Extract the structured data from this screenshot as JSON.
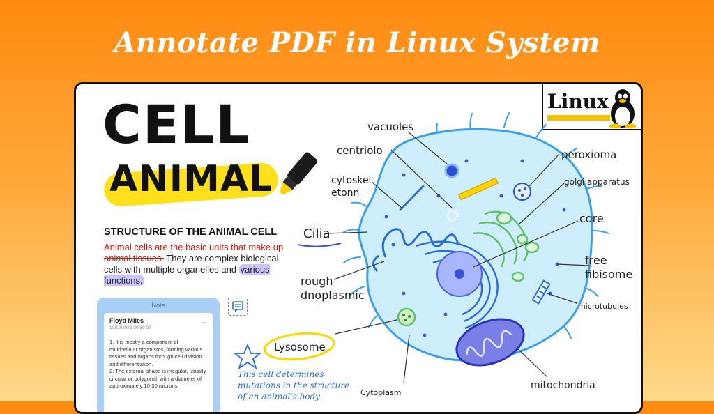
{
  "banner": {
    "title": "Annotate PDF in Linux System"
  },
  "logo": {
    "text": "Linux"
  },
  "poster": {
    "title_cell": "CELL",
    "title_animal": "ANIMAL",
    "heading": "STRUCTURE OF THE ANIMAL CELL",
    "strike_text": "Animal cells are the basic units that make up animal tissues.",
    "body_text": " They are complex biological cells with multiple organelles and ",
    "highlight_text": "various functions."
  },
  "note": {
    "header": "Note",
    "author": "Floyd Miles",
    "date": "10/12/2023 20:80:07",
    "menu": "...",
    "body": "1. It is mostly a component of multicellular organisms, forming various tissues and organs through cell division and differentiation.\n2. The external shape is irregular, usually circular or polygonal, with a diameter of approximately 10-30 microns."
  },
  "diagram": {
    "labels": {
      "vacuoles": "vacuoles",
      "centriolo": "centriolo",
      "cytoskel1": "cytoskel",
      "cytoskel2": "etonn",
      "peroxioma": "peroxioma",
      "golgi": "golgi apparatus",
      "core": "core",
      "cilia": "Cilia",
      "free1": "free",
      "free2": "fibisome",
      "rough1": "rough",
      "rough2": "dnoplasmic",
      "microtubules": "microtubules",
      "lysosome": "Lysosome",
      "mitochondria": "mitochondria",
      "cytoplasm": "Cytoplasm"
    },
    "annotation_lines": [
      "This cell determines",
      "mutations in the structure",
      "of an animal's body"
    ]
  },
  "colors": {
    "cell_fill": "#cfeefc",
    "cell_stroke": "#3aa0ee",
    "accent_blue": "#2b4fd6",
    "highlight_yellow": "#ffe01b",
    "note_blue": "#a9cff7",
    "strike_red": "#b3261e"
  }
}
